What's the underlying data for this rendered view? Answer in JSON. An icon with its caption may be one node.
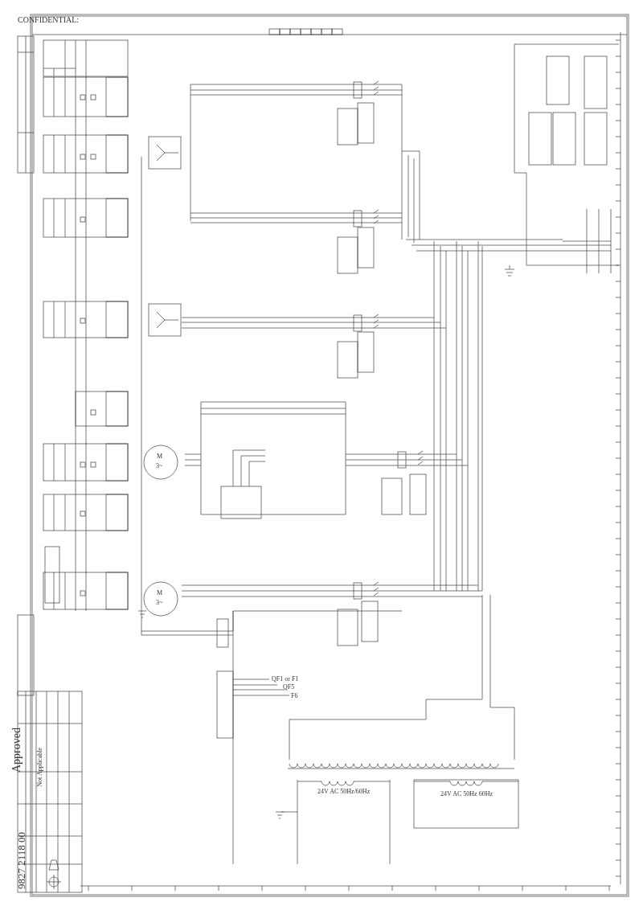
{
  "diagram": {
    "nodes": [
      {
        "text": [
          "M",
          "3~"
        ]
      },
      {
        "text": [
          "M",
          "3~"
        ]
      }
    ],
    "labels": [
      "CONFIDENTIAL:",
      "QF1 or F1",
      "QF5",
      "F6",
      "24V AC 50Hz/60Hz",
      "24V AC 50Hz 60Hz",
      "Not Applicable",
      "Approved",
      "9827 2118 00"
    ]
  }
}
